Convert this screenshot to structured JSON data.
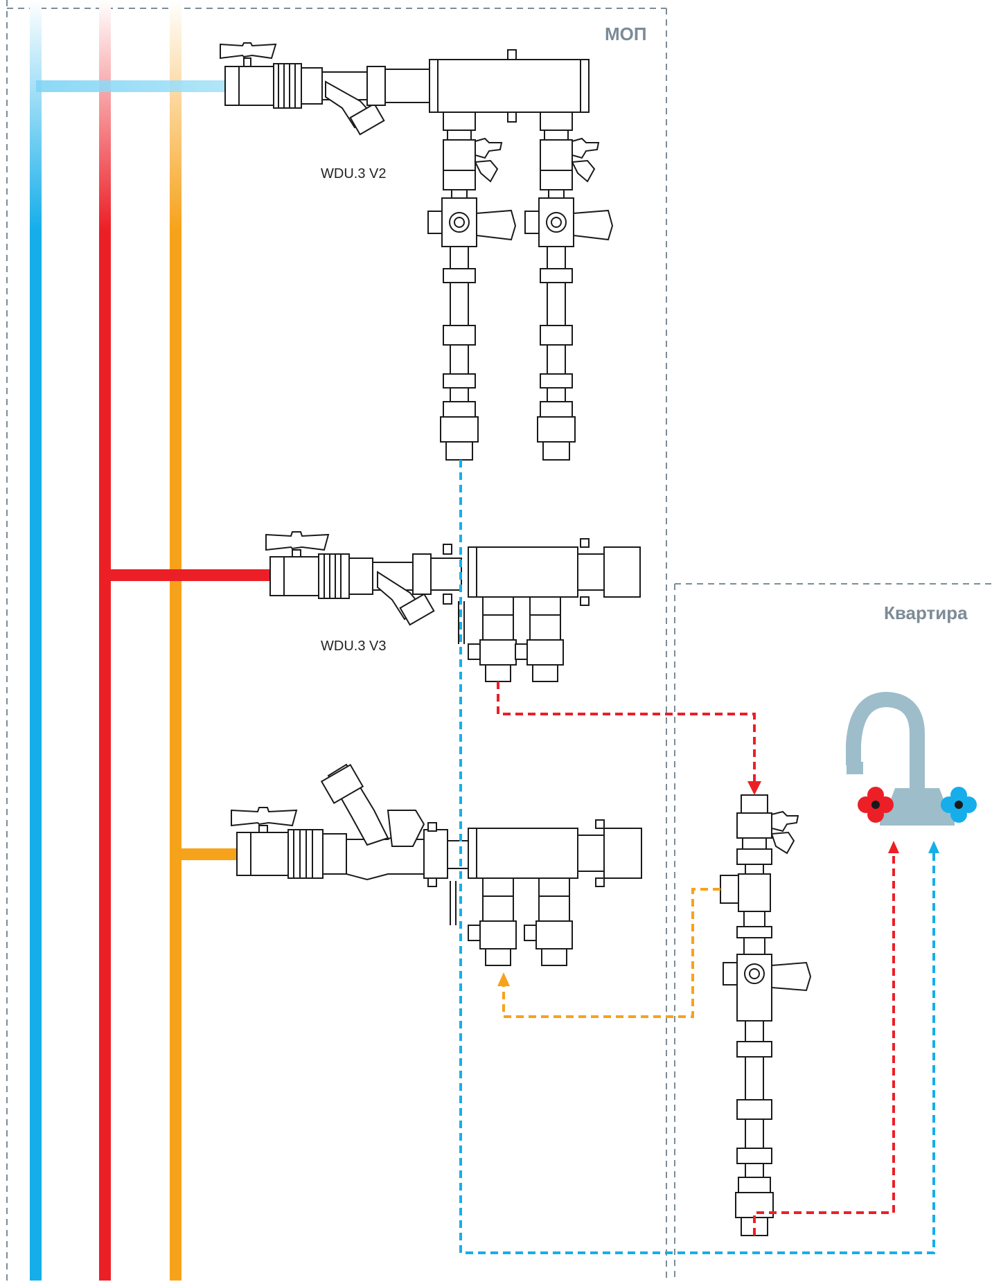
{
  "zones": {
    "mop_label": "МОП",
    "apartment_label": "Квартира"
  },
  "units": {
    "unit_v2_label": "WDU.3 V2",
    "unit_v3_label": "WDU.3 V3"
  },
  "colors": {
    "cold": "#15aeea",
    "hot": "#ec1f27",
    "recirc": "#f7a21b",
    "boundary": "#7c8b96",
    "faucet": "#9dbdcb",
    "outline": "#1a1a1a"
  }
}
